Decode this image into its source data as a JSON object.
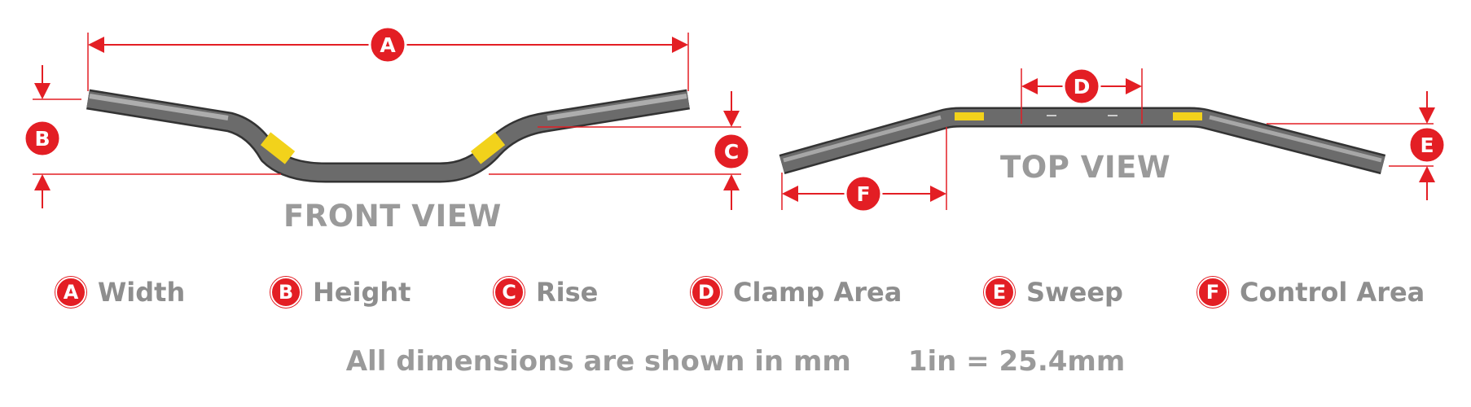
{
  "views": {
    "front_title": "FRONT VIEW",
    "top_title": "TOP VIEW"
  },
  "markers": {
    "a": "A",
    "b": "B",
    "c": "C",
    "d": "D",
    "e": "E",
    "f": "F"
  },
  "legend": [
    {
      "letter": "A",
      "label": "Width"
    },
    {
      "letter": "B",
      "label": "Height"
    },
    {
      "letter": "C",
      "label": "Rise"
    },
    {
      "letter": "D",
      "label": "Clamp Area"
    },
    {
      "letter": "E",
      "label": "Sweep"
    },
    {
      "letter": "F",
      "label": "Control Area"
    }
  ],
  "footnote": {
    "units": "All dimensions are shown in mm",
    "conversion": "1in = 25.4mm"
  },
  "colors": {
    "accent": "#e31e24",
    "bar": "#5b5b5b",
    "text": "#9a9a9a",
    "decal": "#f2d21b"
  }
}
